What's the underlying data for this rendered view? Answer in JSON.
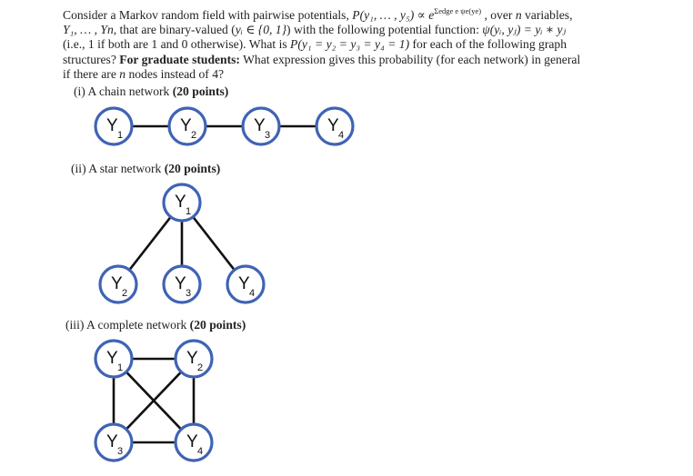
{
  "problem": {
    "line1_a": "Consider a Markov random field with pairwise potentials, ",
    "line1_prob": "P(y₁, … , y₅) ∝ e",
    "line1_sup": "Σedge e ψe(ye)",
    "line1_b": " , over ",
    "line1_n": "n",
    "line1_c": " variables,",
    "line2_a": "Y₁, … , Y",
    "line2_n": "n",
    "line2_b": ", that are binary-valued (",
    "line2_c": "yᵢ ∈ {0, 1}",
    "line2_d": ") with the following potential function: ",
    "line2_e": "ψ(yᵢ, yⱼ) = yᵢ ∗ yⱼ",
    "line3_a": "(i.e., 1 if both are 1 and 0 otherwise). What is ",
    "line3_b": "P(y₁ = y₂ = y₃ = y₄ = 1)",
    "line3_c": " for each of the following graph",
    "line4_a": "structures? ",
    "line4_bold": "For graduate students:",
    "line4_b": "  What expression gives this probability (for each network) in general",
    "line5_a": "if there are ",
    "line5_n": "n",
    "line5_b": " nodes instead of 4?"
  },
  "sections": [
    {
      "heading_prefix": "(i) A chain network ",
      "heading_points": "(20 points)",
      "nodes": [
        {
          "letter": "Y",
          "sub": "1",
          "x": 0,
          "y": 0
        },
        {
          "letter": "Y",
          "sub": "2",
          "x": 1,
          "y": 0
        },
        {
          "letter": "Y",
          "sub": "3",
          "x": 2,
          "y": 0
        },
        {
          "letter": "Y",
          "sub": "4",
          "x": 3,
          "y": 0
        }
      ],
      "edges": [
        [
          0,
          1
        ],
        [
          1,
          2
        ],
        [
          2,
          3
        ]
      ]
    },
    {
      "heading_prefix": "(ii) A star network ",
      "heading_points": "(20 points)",
      "nodes": [
        {
          "letter": "Y",
          "sub": "1",
          "x": 1,
          "y": 0
        },
        {
          "letter": "Y",
          "sub": "2",
          "x": 0,
          "y": 1
        },
        {
          "letter": "Y",
          "sub": "3",
          "x": 1,
          "y": 1
        },
        {
          "letter": "Y",
          "sub": "4",
          "x": 2,
          "y": 1
        }
      ],
      "edges": [
        [
          0,
          1
        ],
        [
          0,
          2
        ],
        [
          0,
          3
        ]
      ]
    },
    {
      "heading_prefix": "(iii) A complete network ",
      "heading_points": "(20 points)",
      "nodes": [
        {
          "letter": "Y",
          "sub": "1",
          "x": 0,
          "y": 0
        },
        {
          "letter": "Y",
          "sub": "2",
          "x": 1,
          "y": 0
        },
        {
          "letter": "Y",
          "sub": "3",
          "x": 0,
          "y": 1
        },
        {
          "letter": "Y",
          "sub": "4",
          "x": 1,
          "y": 1
        }
      ],
      "edges": [
        [
          0,
          1
        ],
        [
          0,
          2
        ],
        [
          1,
          3
        ],
        [
          2,
          3
        ],
        [
          0,
          3
        ],
        [
          1,
          2
        ]
      ]
    }
  ],
  "colors": {
    "node_outline": "#3f63b5",
    "edge": "#111111",
    "text": "#222222"
  }
}
